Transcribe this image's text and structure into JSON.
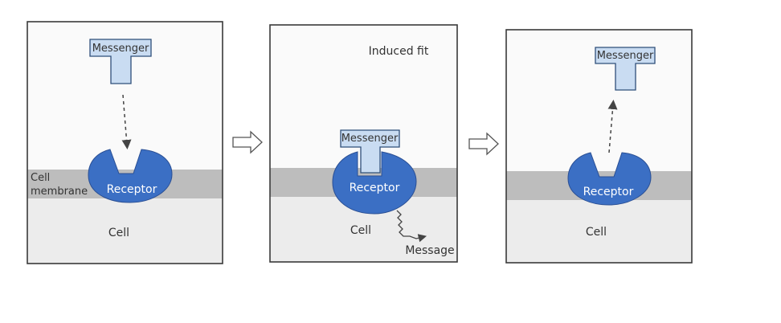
{
  "panels": [
    {
      "title": "",
      "messenger_label": "Messenger",
      "receptor_label": "Receptor",
      "cell_label": "Cell",
      "membrane_label_line1": "Cell",
      "membrane_label_line2": "membrane",
      "message_label": ""
    },
    {
      "title": "Induced fit",
      "messenger_label": "Messenger",
      "receptor_label": "Receptor",
      "cell_label": "Cell",
      "membrane_label_line1": "",
      "membrane_label_line2": "",
      "message_label": "Message"
    },
    {
      "title": "",
      "messenger_label": "Messenger",
      "receptor_label": "Receptor",
      "cell_label": "Cell",
      "membrane_label_line1": "",
      "membrane_label_line2": "",
      "message_label": ""
    }
  ],
  "colors": {
    "receptor": "#3b6fc4",
    "messenger": "#c9dcf2",
    "membrane": "#bdbdbd",
    "cell": "#ececec",
    "outside": "#fafafa",
    "border": "#3a3a3a"
  }
}
